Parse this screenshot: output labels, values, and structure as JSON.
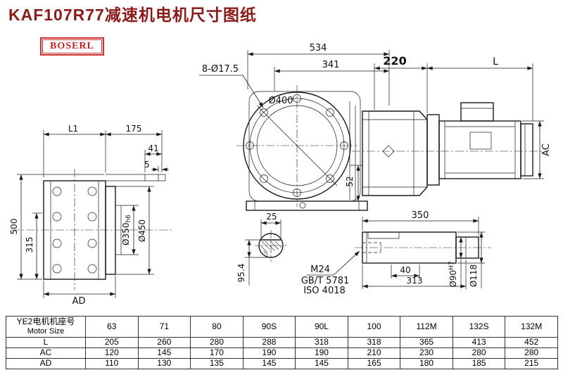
{
  "title": "KAF107R77减速机电机尺寸图纸",
  "logo": "BOSERL",
  "dims": {
    "d534": "534",
    "d341": "341",
    "d8xd175": "8-Ø17.5",
    "d400": "Ø400",
    "d220": "220",
    "dL": "L",
    "dAC": "AC",
    "d52": "52",
    "dL1": "L1",
    "d175": "175",
    "d41": "41",
    "d5": "5",
    "d500": "500",
    "d315": "315",
    "d350dia": "Ø350",
    "d350tol": "h6",
    "d450": "Ø450",
    "dAD": "AD",
    "d25": "25",
    "d954": "95.4",
    "m24": "M24",
    "gbt": "GB/T 5781",
    "iso": "ISO 4018",
    "d350len": "350",
    "d40": "40",
    "d313": "313",
    "d90dia": "Ø90",
    "d90tol": "H7",
    "d118": "Ø118"
  },
  "table": {
    "header_cn": "YE2电机机座号",
    "header_en": "Motor Size",
    "sizes": [
      "63",
      "71",
      "80",
      "90S",
      "90L",
      "100",
      "112M",
      "132S",
      "132M"
    ],
    "rows": [
      {
        "label": "L",
        "values": [
          "205",
          "260",
          "280",
          "288",
          "318",
          "318",
          "365",
          "413",
          "452"
        ]
      },
      {
        "label": "AC",
        "values": [
          "120",
          "145",
          "170",
          "190",
          "190",
          "210",
          "230",
          "280",
          "280"
        ]
      },
      {
        "label": "AD",
        "values": [
          "110",
          "130",
          "135",
          "145",
          "145",
          "165",
          "180",
          "185",
          "215"
        ]
      }
    ]
  }
}
